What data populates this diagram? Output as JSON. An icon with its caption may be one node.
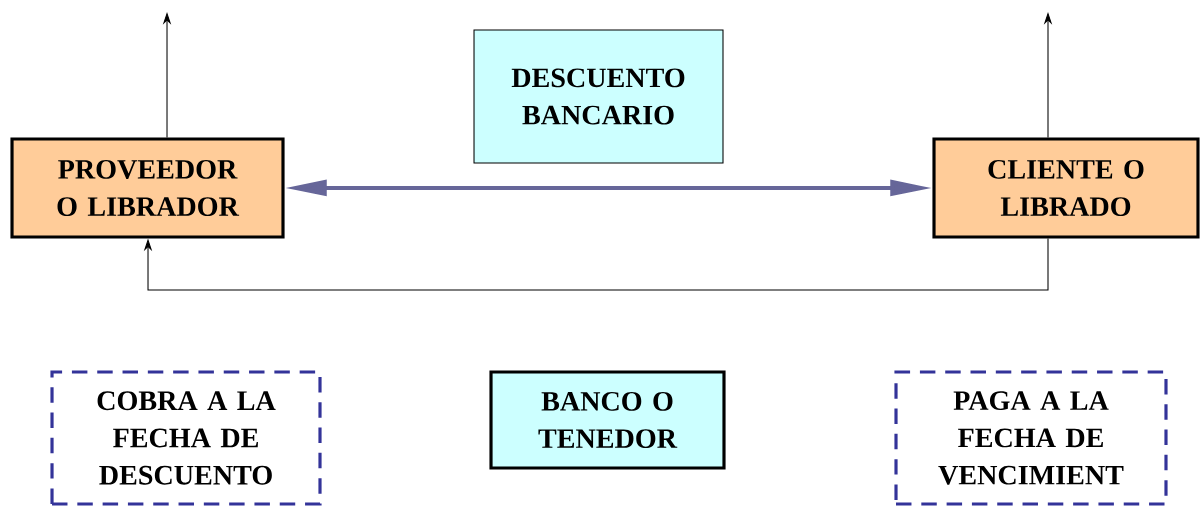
{
  "diagram": {
    "nodes": [
      {
        "text": [
          "DESCUENTO BANCARIO"
        ]
      },
      {
        "text": [
          "PROVEEDOR O LIBRADOR"
        ]
      },
      {
        "text": [
          "CLIENTE O LIBRADO"
        ]
      },
      {
        "text": [
          "COBRA A LA FECHA DE DESCUENTO"
        ]
      },
      {
        "text": [
          "BANCO O TENEDOR"
        ]
      },
      {
        "text": [
          "PAGA A LA FECHA DE VENCIMIENT"
        ]
      }
    ],
    "edges": [
      {
        "from": 1,
        "to": 2,
        "arrow": "both",
        "style": "thick",
        "color": "#666699"
      },
      {
        "from": 1,
        "to": null,
        "arrow": "to"
      },
      {
        "from": 2,
        "to": null,
        "arrow": "to"
      },
      {
        "from": 2,
        "to": 1,
        "arrow": "to"
      }
    ]
  }
}
